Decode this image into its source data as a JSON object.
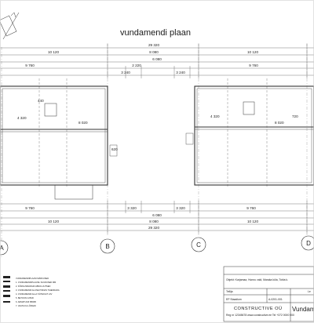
{
  "drawing": {
    "title": "vundamendi plaan",
    "grid_axes": [
      "A",
      "B",
      "C",
      "D"
    ],
    "dimensions": {
      "overall": "29 320",
      "halves": [
        "10 120",
        "10 120"
      ],
      "middle": "8 080",
      "chain_top": [
        "9 760",
        "3 240",
        "2 220",
        "6 080",
        "3 240",
        "9 760"
      ],
      "chain_bottom": [
        "9 760",
        "3 320",
        "6 080",
        "3 320",
        "9 760"
      ],
      "left_block_vertical": [
        "4 320",
        "8 020"
      ],
      "right_block_vertical": [
        "4 320",
        "8 020"
      ],
      "other": [
        "620",
        "440",
        "720"
      ]
    },
    "notes": [
      "VUNDAMENDIPLAANI MÄRKUSED",
      "1. VUNDAMENDIPLAANIL SUURUSED MM",
      "2. KÕRGUSMÄRGID ABSOLUUTSED",
      "3. VUNDAMENDI ALUNE PINNAS TIHENDADA",
      "4. VUNDAMENDI ALLA TÄITEKIHT LIIV",
      "5. BETOON C25/30",
      "6. ARMATUUR B500B",
      "7. VAATA KA LÕIKEID"
    ]
  },
  "title_block": {
    "object_label": "Objekt: Karjamaa, Hunnu vald, Maraka küla, Tobla k.",
    "work_label": "Tellija",
    "stage_label": "EP Staadium",
    "sheet_code": "A-0201-001",
    "company": "CONSTRUCTIVE OÜ",
    "company_details": "Reg nr 12345678  www.constructive.ee  Tel +372 0000 000",
    "sheet_title": "Vundamendi plaan",
    "sheet_number": "Le"
  }
}
